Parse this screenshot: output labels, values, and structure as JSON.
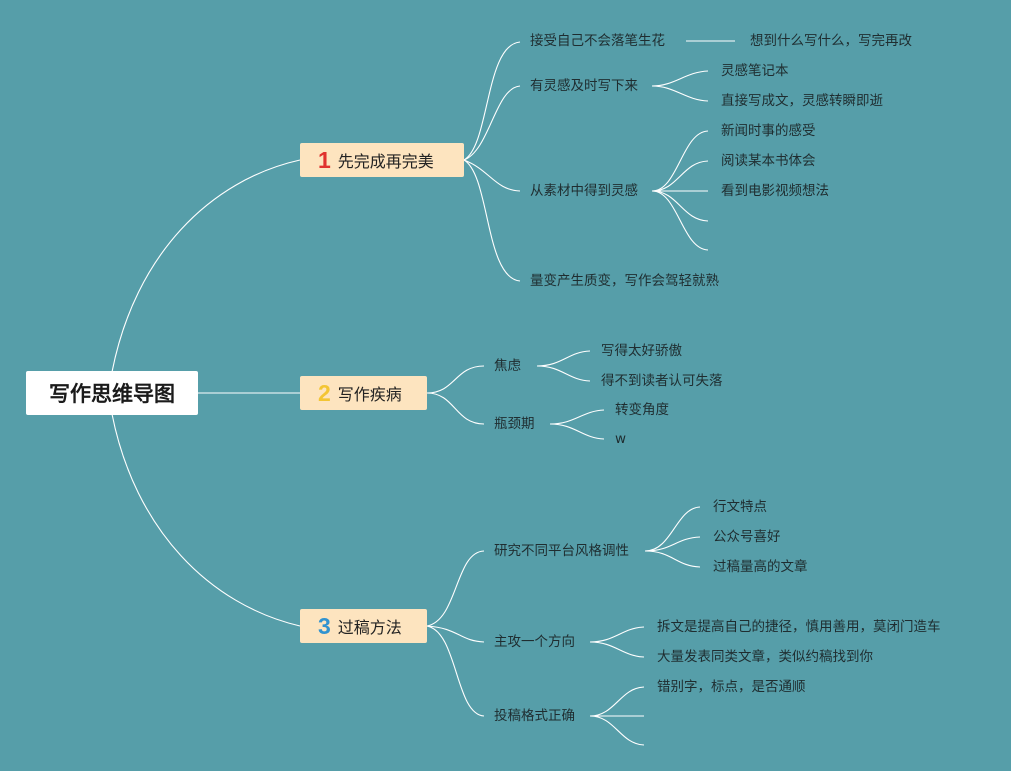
{
  "root": {
    "title": "写作思维导图"
  },
  "branches": [
    {
      "num": "1",
      "num_color": "#e0322e",
      "label": "先完成再完美"
    },
    {
      "num": "2",
      "num_color": "#f3c533",
      "label": "写作疾病"
    },
    {
      "num": "3",
      "num_color": "#3193d0",
      "label": "过稿方法"
    }
  ],
  "b1": {
    "accept": "接受自己不会落笔生花",
    "accept_note": "想到什么写什么，写完再改",
    "record": "有灵感及时写下来",
    "record_items": [
      "灵感笔记本",
      "直接写成文，灵感转瞬即逝"
    ],
    "source": "从素材中得到灵感",
    "source_items": [
      "新闻时事的感受",
      "阅读某本书体会",
      "看到电影视频想法"
    ],
    "quantity": "量变产生质变，写作会驾轻就熟"
  },
  "b2": {
    "anxiety": "焦虑",
    "anxiety_items": [
      "写得太好骄傲",
      "得不到读者认可失落"
    ],
    "bottleneck": "瓶颈期",
    "bottleneck_items": [
      "转变角度",
      "w"
    ]
  },
  "b3": {
    "research": "研究不同平台风格调性",
    "research_items": [
      "行文特点",
      "公众号喜好",
      "过稿量高的文章"
    ],
    "focus": "主攻一个方向",
    "focus_items": [
      "拆文是提高自己的捷径，慎用善用，莫闭门造车",
      "大量发表同类文章，类似约稿找到你"
    ],
    "format": "投稿格式正确",
    "format_items": [
      "错别字，标点，是否通顺"
    ]
  }
}
